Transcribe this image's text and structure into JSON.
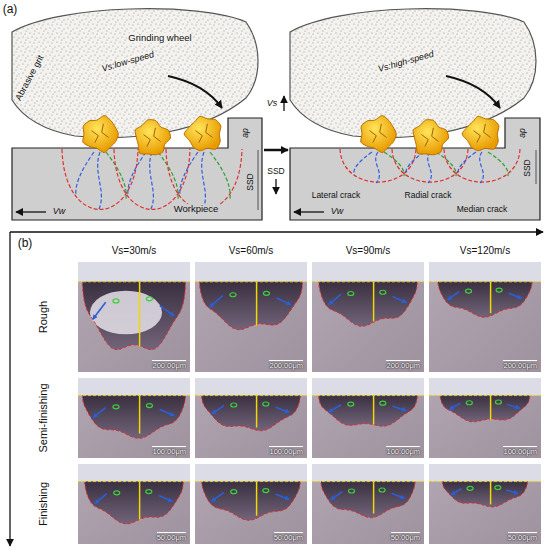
{
  "diagram": {
    "nodes": [
      {
        "text": [
          "200.00μm"
        ]
      },
      {
        "text": [
          "200.00μm"
        ]
      },
      {
        "text": [
          "200.00μm"
        ]
      },
      {
        "text": [
          "200.00μm"
        ]
      },
      {
        "text": [
          "100.00μm"
        ]
      },
      {
        "text": [
          "100.00μm"
        ]
      },
      {
        "text": [
          "100.00μm"
        ]
      },
      {
        "text": [
          "100.00μm"
        ]
      },
      {
        "text": [
          "50.00μm"
        ]
      },
      {
        "text": [
          "50.00μm"
        ]
      },
      {
        "text": [
          "50.00μm"
        ]
      },
      {
        "text": [
          "50.00μm"
        ]
      }
    ],
    "labels": [
      "(a)",
      "Grinding wheel",
      "Abrasive grit",
      "Vs:low-speed",
      "ap",
      "SSD",
      "Vw",
      "Workpiece",
      "Vs",
      "SSD",
      "Vs:high-speed",
      "ap",
      "SSD",
      "Lateral crack",
      "Radial crack",
      "Median crack",
      "Vw",
      "(b)",
      "Vs=30m/s",
      "Vs=60m/s",
      "Vs=90m/s",
      "Vs=120m/s",
      "Rough",
      "Semi-finishing",
      "Finishing"
    ]
  }
}
